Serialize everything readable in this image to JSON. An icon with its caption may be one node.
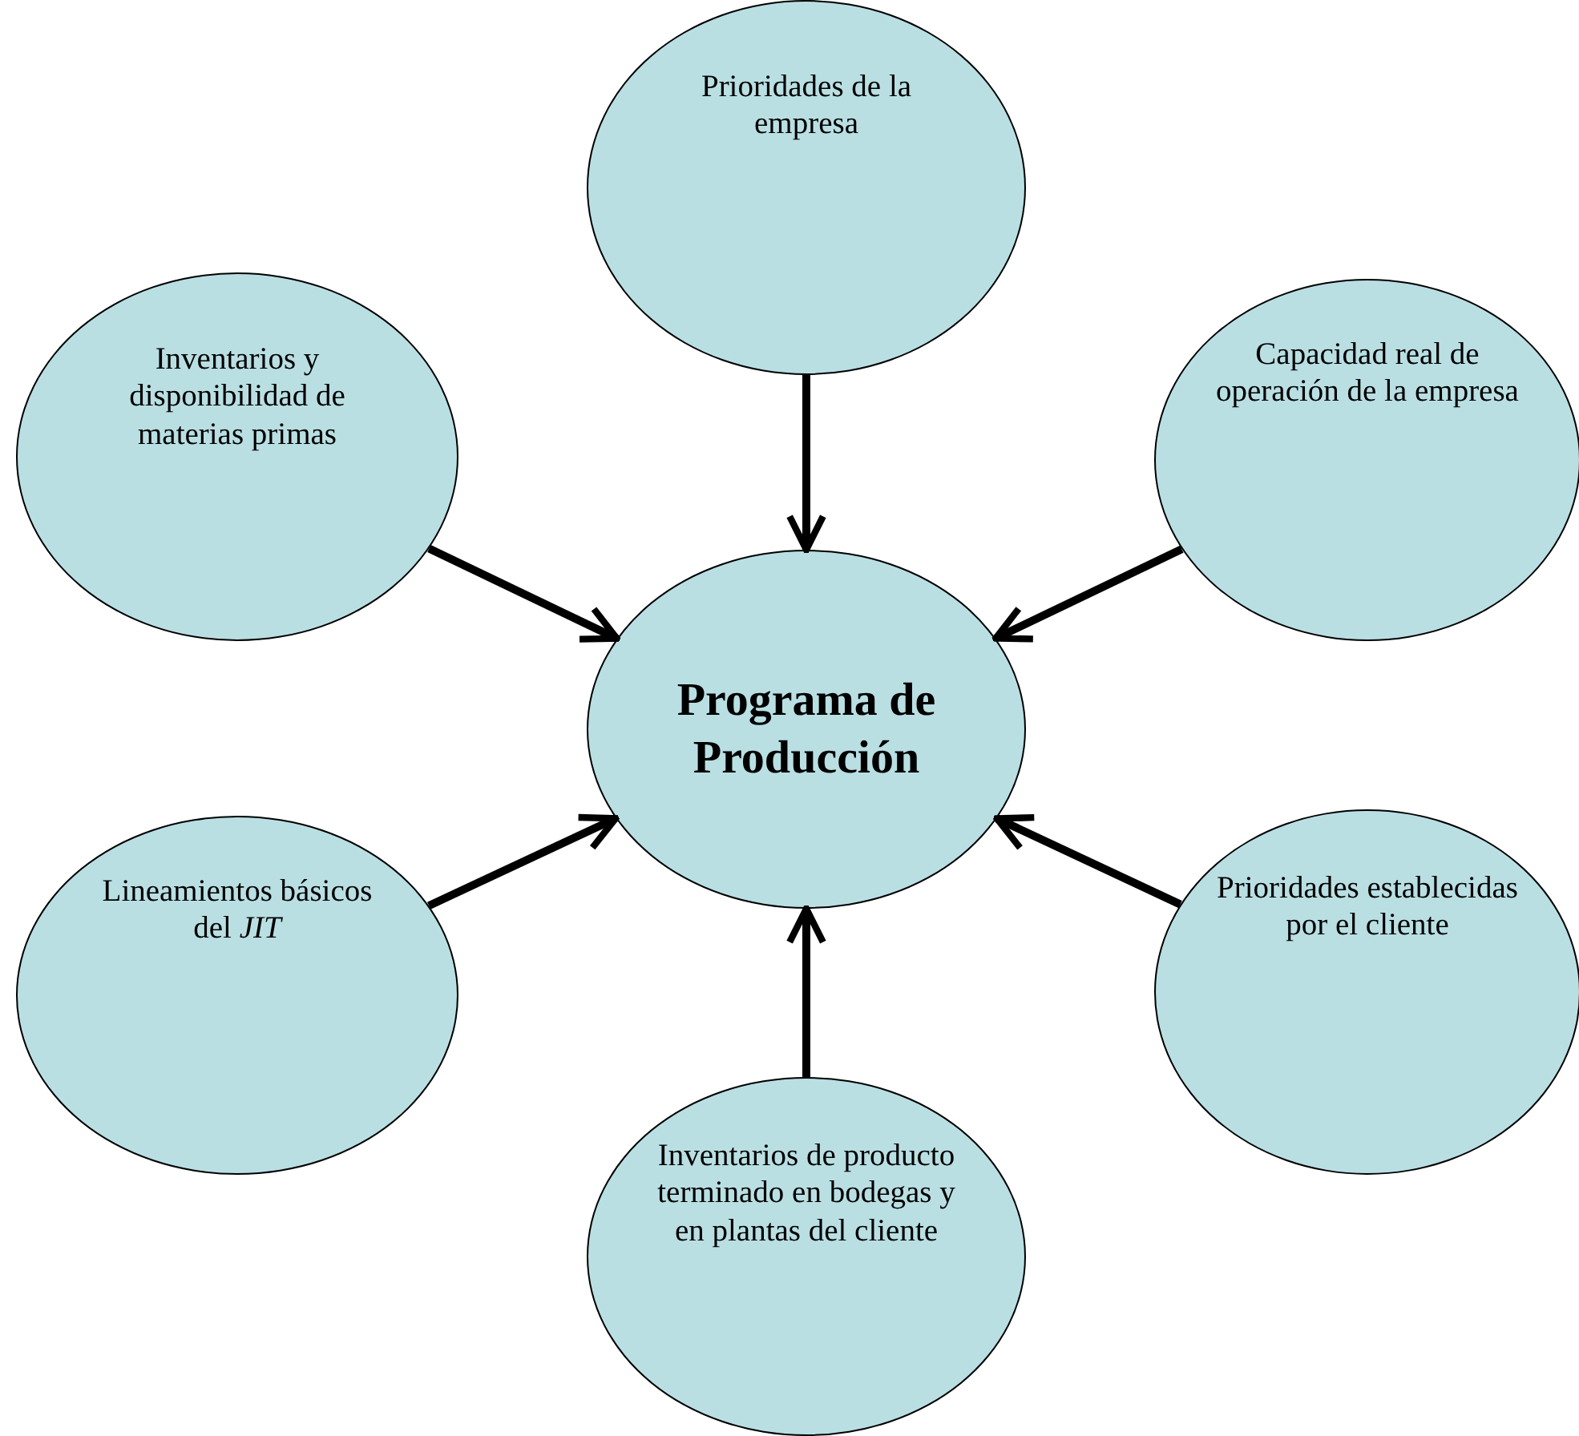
{
  "diagram": {
    "nodes": [
      {
        "text": [
          "Prioridades de la empresa"
        ]
      },
      {
        "text": [
          "Inventarios y disponibilidad de materias primas"
        ]
      },
      {
        "text": [
          "Capacidad real de operación de la empresa"
        ]
      },
      {
        "text": [
          "Programa de Producción"
        ]
      },
      {
        "text": [
          "Lineamientos básicos del *JIT*"
        ]
      },
      {
        "text": [
          "Prioridades establecidas por el cliente"
        ]
      },
      {
        "text": [
          "Inventarios de producto terminado en bodegas y en plantas del cliente"
        ]
      }
    ],
    "edges": [
      {
        "from": 0,
        "to": 3,
        "arrow": "to"
      },
      {
        "from": 1,
        "to": 3,
        "arrow": "to"
      },
      {
        "from": 2,
        "to": 3,
        "arrow": "to"
      },
      {
        "from": 4,
        "to": 3,
        "arrow": "to"
      },
      {
        "from": 5,
        "to": 3,
        "arrow": "to"
      },
      {
        "from": 6,
        "to": 3,
        "arrow": "to"
      }
    ]
  }
}
